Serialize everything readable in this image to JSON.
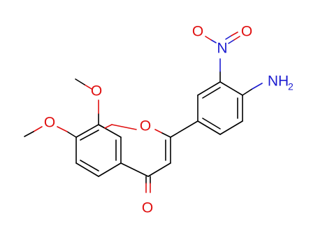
{
  "molecule": {
    "atoms": {
      "o_nitro_left": {
        "label": "O",
        "color": "#e01010"
      },
      "o_nitro_right": {
        "label": "O",
        "color": "#e01010"
      },
      "n_nitro": {
        "label": "N",
        "color": "#1c1cd0"
      },
      "n_amino": {
        "label": "NH",
        "sub": "2",
        "color": "#1c1cd0"
      },
      "o_methoxy_8": {
        "label": "O",
        "color": "#e01010"
      },
      "o_methoxy_7": {
        "label": "O",
        "color": "#e01010"
      },
      "o_ring": {
        "label": "O",
        "color": "#e01010"
      },
      "o_carbonyl": {
        "label": "O",
        "color": "#e01010"
      }
    }
  }
}
